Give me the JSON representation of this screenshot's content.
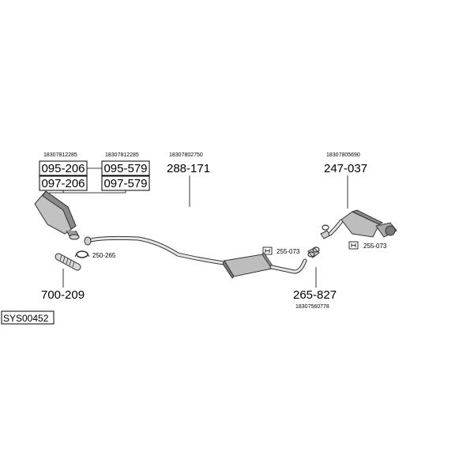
{
  "system_code": "SYS00452",
  "parts": {
    "p095_206": {
      "number": "095-206",
      "oe": "18307812285"
    },
    "p095_579": {
      "number": "095-579",
      "oe": "18307812285"
    },
    "p097_206": {
      "number": "097-206"
    },
    "p097_579": {
      "number": "097-579"
    },
    "p288_171": {
      "number": "288-171",
      "oe": "18307802750"
    },
    "p247_037": {
      "number": "247-037",
      "oe": "18307805690"
    },
    "p700_209": {
      "number": "700-209"
    },
    "p265_827": {
      "number": "265-827",
      "oe": "18307560778"
    },
    "c250_265": {
      "number": "250-265"
    },
    "c255_073_mid": {
      "number": "255-073"
    },
    "c255_073_rear": {
      "number": "255-073"
    }
  },
  "colors": {
    "line": "#000000",
    "part_fill": "#bdbdbd",
    "part_dark": "#7a7a7a"
  }
}
